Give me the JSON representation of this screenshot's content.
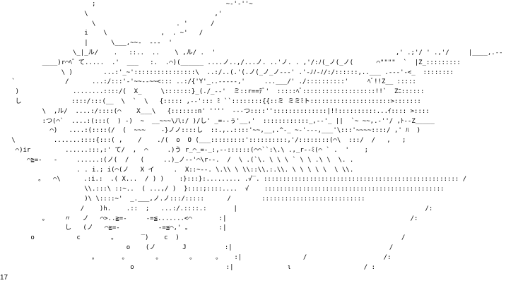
{
  "art_lines": [
    "                        ;                                  ~-'-''~",
    "                      \\                                 ,'",
    "                        \\                     . '      /",
    "                      i    \\              ,  . ~'   /",
    "                      |      \\___,~~-  ---  '",
    "                   \\_|_ル/    .   ::..  ..    \\ ,ル/ .  '                                               ,' .;'/ ' .,'/     |____,.--",
    "           ____)r⌒ﾍ゛て.....  .'  ___   :.  .⌒)(______ ....ノ..,/...ノ. ..'ノ. . ,'/:ﾉ(_ノ(_ノ(      ⌒\"\"\"\"  `  |Z_:::::::::",
    "                \\ )        ...:'_~'::::::::::::::::\\  ..:/..(.'(.ノ(_ノ_ノ---' .'-ﾉﾉ-ﾉ/:/::::::,..___ .---'-<_  ::::::::",
    "   `             /      ...:/:::'-'~~--~~<::: ..:/{'Y'_..-----,'     ...___/' ./::::::::::'     ﾍﾞ!!Z__ :::::",
    "    )              ........::::/(  X_     \\:::::::}_(./_--'  ミ::r==ﾃﾞ'  :::::ﾍﾞ:::::::::::::::::::!!`  Zﾆ::::::",
    "    し             ::::/:::(__  \\  `  \\   {::::: ,--'::: ﾐ ``::::::::{{::ミ ミミﾐト:::::::::::::::::::::>:::::::",
    "           \\  ,ル/  ....:/::::(⌒    X___\\   {:::::::n' ''''  ‐--つ::::''::::::::::::::|!!::::::::::...ｲ:::: >::::",
    "           :つ(⌒`  ....:(:::(  ) -)  ~  __~~~\\八:/ )/し' _=--ぅ'__,'  ::::::::::::_,--'_ ||  `~ ~~,.-''/ ,ﾄ‐-Z_____",
    "             ⌒)   ....:(::::(/  (  ~~~    -}ノノ::::し  ::.,..::::'~~,__,.^-_ ~-'---,___'\\:::'~~~~::::/ ,' ﾊ  )",
    "   \\          .......::::{:::( ,    /    ./(  o  O (___:::::::::'::::::::::,'/::::::::(⌒\\  :::/  /   ,   ;",
    "    ⌒)ir         ......:::,:' て/  ,  ⌒     .)う r_⌒_=-_:,--::::::(⌒⌒``:\\.\\ .,_r--ﾐ(⌒ ` .  '    ;",
    "       ⌒≧=-   -     ......:(ノ(  /   (     ..)_ノ--'⌒\\r--.  /  \\ .(`\\. \\ \\ \\ ` \\ \\ .\\ \\  \\. .",
    "                    . . i.; i(⌒(ノ   X イ     .  X::~--. \\.\\\\ \\ \\\\::\\\\.:.\\\\. \\ \\ \\ \\ \\  \\ \\\\.",
    "          ｡   ⌒\\      .:i.:  .( X...  / ) )    :}:::}:......... .√‾. ::::::::::::::::::::::::::::::::::::::::::::::::::: /",
    "                      \\\\.:::\\ ::~..  ( ...,/ )  }::::;::::....  √    :::::::::::::::::::::::::::::::::::::::::::::::",
    "                      )\\ \\::::~'  _.___,ノ.ノ:::/:::::      /        :::::::::::::::::::::::::::",
    "                     /    )h.    .::  ;   ...:/.::::.:       |                                                 /:",
    "           ｡     〃   ノ   ⌒>..≧=-     -=≦.......<⌒       :|                                                /:",
    "                 し   (ノ   ⌒≧=-          -=≦⌒,' ｡        :|",
    "        o           c        ｡       ‾)    c  )                                                          /",
    "                                 o    (ノ       J          :|                                         /",
    "                        ｡       ｡        ｡        ｡      ｡    :|                /                    /:",
    "                                  o                        :|              ι                   / :"
  ],
  "footer_text": "17"
}
